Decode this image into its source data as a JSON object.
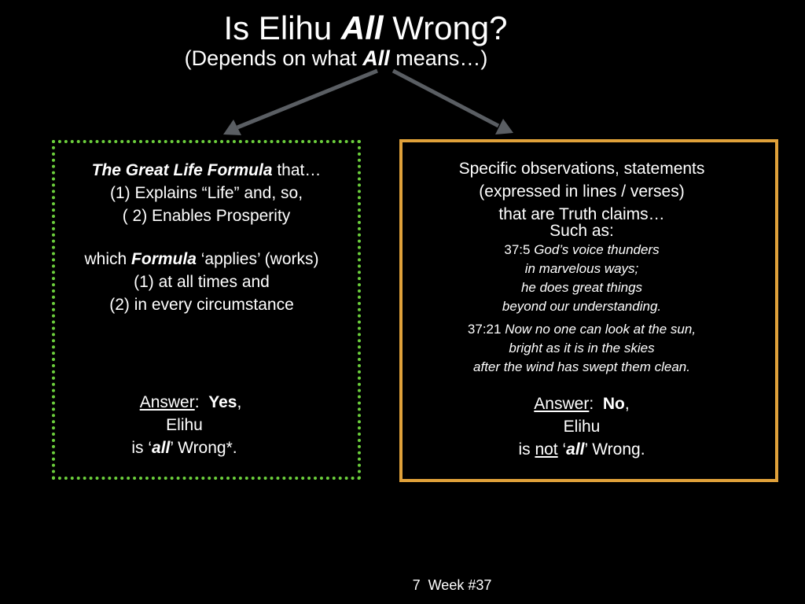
{
  "title": {
    "pre": "Is Elihu ",
    "em": "All",
    "post": " Wrong?"
  },
  "subtitle": {
    "pre": "(Depends on what ",
    "em": "All",
    "post": " means…)"
  },
  "colors": {
    "background": "#000000",
    "left_border": "#6ccf3c",
    "right_border": "#e0a13a",
    "arrow": "#5a5e63"
  },
  "left": {
    "heading_em": "The Great Life Formula",
    "heading_rest": " that…",
    "line1": "(1) Explains “Life” and, so,",
    "line2": "( 2) Enables Prosperity",
    "formula_pre": "which ",
    "formula_em": "Formula",
    "formula_post": " ‘applies’ (works)",
    "line3": "(1) at all times and",
    "line4": "(2) in every circumstance",
    "answer_label": "Answer",
    "answer_sep": ":  ",
    "answer_value": "Yes",
    "answer_comma": ",",
    "answer_line2": "Elihu",
    "answer_is": "is ‘",
    "answer_all": "all",
    "answer_end": "’ Wrong*."
  },
  "right": {
    "line1": "Specific observations, statements",
    "line2": "(expressed in lines / verses)",
    "line3": "that are Truth claims…",
    "such_as": "Such as:",
    "v1_ref": "37:5 ",
    "v1_l1": "God’s voice thunders",
    "v1_l2": "in marvelous ways;",
    "v1_l3": "he does great things",
    "v1_l4": "beyond our understanding.",
    "v2_ref": "37:21 ",
    "v2_l1": "Now no one can look at the sun,",
    "v2_l2": "bright as it is in the skies",
    "v2_l3": "after the wind has swept them clean.",
    "answer_label": "Answer",
    "answer_sep": ":  ",
    "answer_value": "No",
    "answer_comma": ",",
    "answer_line2": "Elihu",
    "answer_is": "is ",
    "answer_not": "not",
    "answer_q": " ‘",
    "answer_all": "all",
    "answer_end": "’ Wrong."
  },
  "footer": {
    "text": "7  Week #37"
  }
}
